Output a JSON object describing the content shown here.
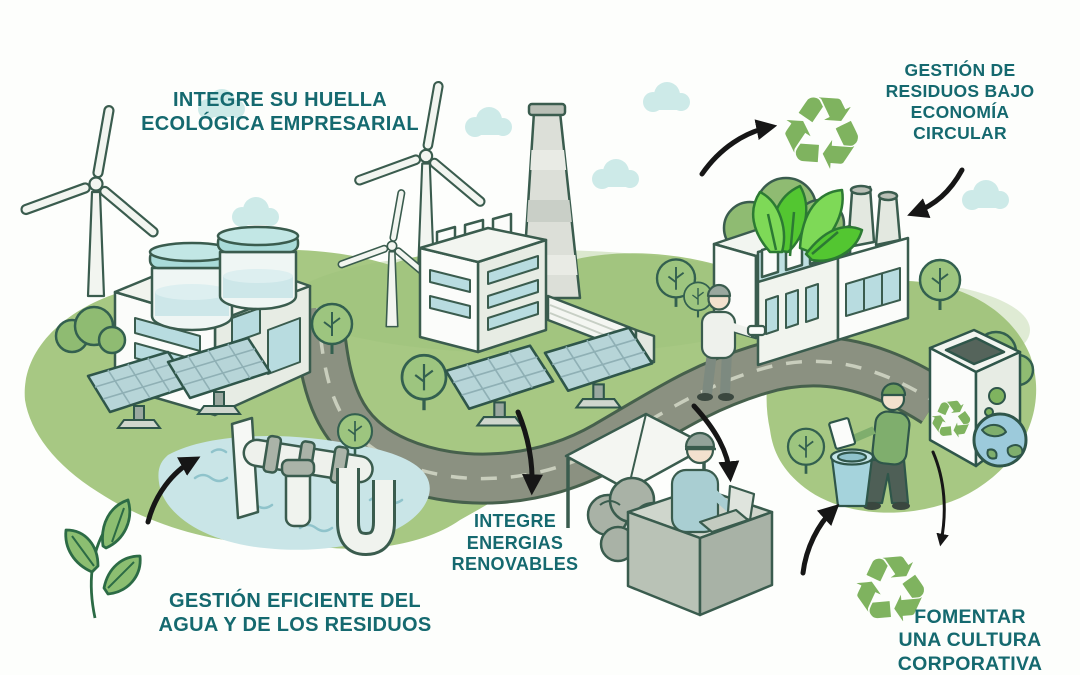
{
  "labels": {
    "footprint": {
      "lines": [
        "INTEGRE SU HUELLA",
        "ECOLÓGICA EMPRESARIAL"
      ]
    },
    "circular_economy": {
      "lines": [
        "GESTIÓN DE",
        "RESIDUOS BAJO",
        "ECONOMÍA",
        "CIRCULAR"
      ]
    },
    "renewables": {
      "lines": [
        "INTEGRE",
        "ENERGIAS",
        "RENOVABLES"
      ]
    },
    "water_waste": {
      "lines": [
        "GESTIÓN EFICIENTE DEL",
        "AGUA Y DE LOS RESIDUOS"
      ]
    },
    "culture": {
      "lines": [
        "FOMENTAR",
        "UNA CULTURA",
        "CORPORATIVA"
      ]
    }
  },
  "glyphs": {
    "recycle": "♻"
  },
  "icons": {
    "recycle_top_right": "recycle-icon",
    "recycle_bottom_right": "recycle-icon",
    "recycle_on_bin": "recycle-icon",
    "globe": "globe-icon",
    "leaf_sprig": "leaf-sprig-icon"
  },
  "colors": {
    "bg": "#fdfefc",
    "label_text": "#15696f",
    "land_green": "#a7c883",
    "tree_green": "#9dc57f",
    "bush_green": "#8fbb72",
    "water_blue": "#c9e5e7",
    "road_gray": "#8b9181",
    "road_edge": "#46604c",
    "road_dash": "#c9cebd",
    "cloud_teal": "#cdeae8",
    "outline_green": "#3a5c4e",
    "building_white": "#fbfcfa",
    "building_shade": "#e7ece4",
    "window_teal": "#b8dce0",
    "solar_teal": "#b7d5d8",
    "recycle_green": "#7fb35f",
    "leaf_bright": "#53c631",
    "bucket_blue": "#a5d3dc",
    "arrow_black": "#161616"
  }
}
